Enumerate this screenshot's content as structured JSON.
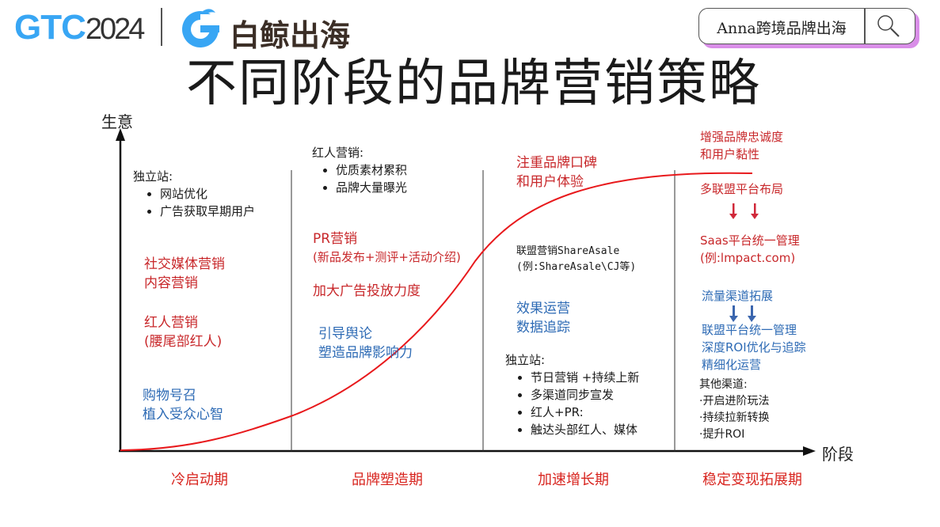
{
  "header": {
    "event_logo": "GTC",
    "event_year": "2024",
    "brand_logo": "白鲸出海",
    "search": {
      "text": "Anna跨境品牌出海",
      "icon": "search-icon"
    },
    "title": "不同阶段的品牌营销策略"
  },
  "axes": {
    "y_label": "生意",
    "x_label": "阶段"
  },
  "colors": {
    "red": "#c8282b",
    "blue": "#2e6bb5",
    "curve": "#e8191c",
    "logo_blue": "#38a6f4"
  },
  "phases": [
    {
      "label": "冷启动期",
      "site_title": "独立站:",
      "site_items": [
        "网站优化",
        "广告获取早期用户"
      ],
      "red1": [
        "社交媒体营销",
        "内容营销"
      ],
      "red2": [
        "红人营销",
        "(腰尾部红人)"
      ],
      "blue": [
        "购物号召",
        "植入受众心智"
      ]
    },
    {
      "label": "品牌塑造期",
      "kol_title": "红人营销:",
      "kol_items": [
        "优质素材累积",
        "品牌大量曝光"
      ],
      "pr_title": "PR营销",
      "pr_sub": "(新品发布+测评+活动介绍)",
      "ads": "加大广告投放力度",
      "blue": [
        "引导舆论",
        "塑造品牌影响力"
      ]
    },
    {
      "label": "加速增长期",
      "red": [
        "注重品牌口碑",
        "和用户体验"
      ],
      "affiliate": [
        "联盟营销ShareAsale",
        "(例:ShareAsale\\CJ等)"
      ],
      "blue": [
        "效果运营",
        "数据追踪"
      ],
      "site_title": "独立站:",
      "site_items": [
        "节日营销 +持续上新",
        "多渠道同步宣发",
        "红人+PR:",
        "触达头部红人、媒体"
      ]
    },
    {
      "label": "稳定变现拓展期",
      "red1": [
        "增强品牌忠诚度",
        "和用户黏性"
      ],
      "red2": "多联盟平台布局",
      "red3": [
        "Saas平台统一管理",
        "(例:lmpact.com)"
      ],
      "blue1": "流量渠道拓展",
      "blue2": [
        "联盟平台统一管理",
        "深度ROI优化与追踪",
        "精细化运营"
      ],
      "other_title": "其他渠道:",
      "other_items": [
        "·开启进阶玩法",
        "·持续拉新转换",
        "·提升ROI"
      ]
    }
  ]
}
